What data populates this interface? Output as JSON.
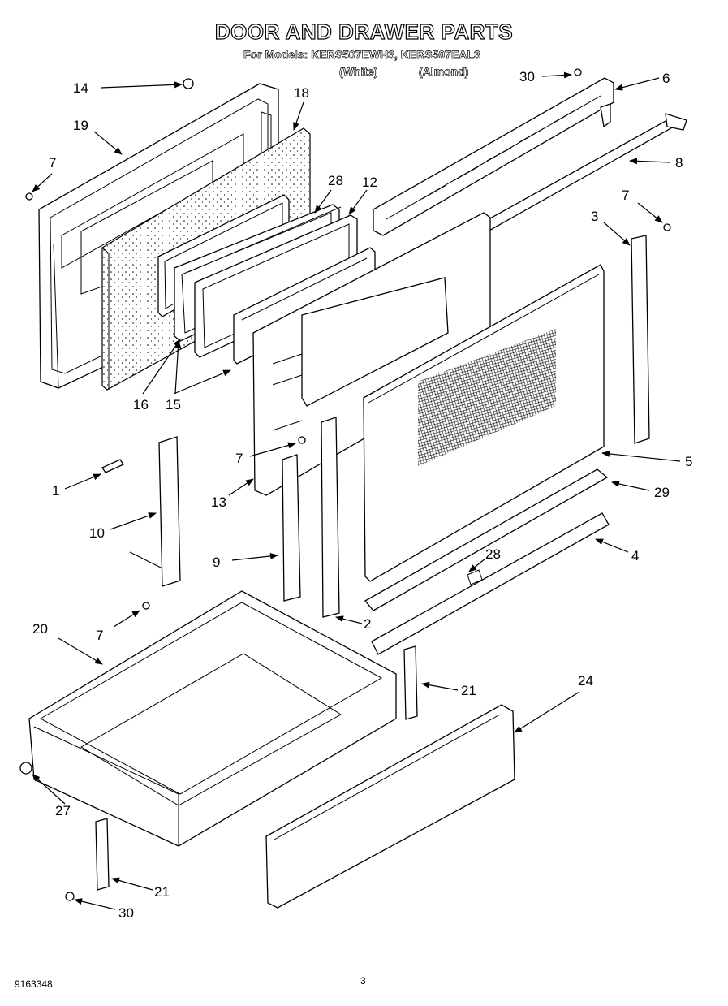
{
  "header": {
    "title": "DOOR AND DRAWER PARTS",
    "subtitle": "For Models: KERS507EWH3, KERS507EAL3",
    "color_labels": [
      "(White)",
      "(Almond)"
    ]
  },
  "callouts": [
    {
      "id": "c14",
      "label": "14"
    },
    {
      "id": "c18",
      "label": "18"
    },
    {
      "id": "c19",
      "label": "19"
    },
    {
      "id": "c7a",
      "label": "7"
    },
    {
      "id": "c28a",
      "label": "28"
    },
    {
      "id": "c12",
      "label": "12"
    },
    {
      "id": "c30a",
      "label": "30"
    },
    {
      "id": "c6",
      "label": "6"
    },
    {
      "id": "c8",
      "label": "8"
    },
    {
      "id": "c7b",
      "label": "7"
    },
    {
      "id": "c3",
      "label": "3"
    },
    {
      "id": "c16",
      "label": "16"
    },
    {
      "id": "c15",
      "label": "15"
    },
    {
      "id": "c7c",
      "label": "7"
    },
    {
      "id": "c5",
      "label": "5"
    },
    {
      "id": "c1",
      "label": "1"
    },
    {
      "id": "c13",
      "label": "13"
    },
    {
      "id": "c29",
      "label": "29"
    },
    {
      "id": "c10",
      "label": "10"
    },
    {
      "id": "c28b",
      "label": "28"
    },
    {
      "id": "c4",
      "label": "4"
    },
    {
      "id": "c9",
      "label": "9"
    },
    {
      "id": "c7d",
      "label": "7"
    },
    {
      "id": "c2",
      "label": "2"
    },
    {
      "id": "c20",
      "label": "20"
    },
    {
      "id": "c21a",
      "label": "21"
    },
    {
      "id": "c24",
      "label": "24"
    },
    {
      "id": "c27",
      "label": "27"
    },
    {
      "id": "c21b",
      "label": "21"
    },
    {
      "id": "c30b",
      "label": "30"
    }
  ],
  "footer": {
    "doc_number": "9163348",
    "page_number": "3"
  }
}
